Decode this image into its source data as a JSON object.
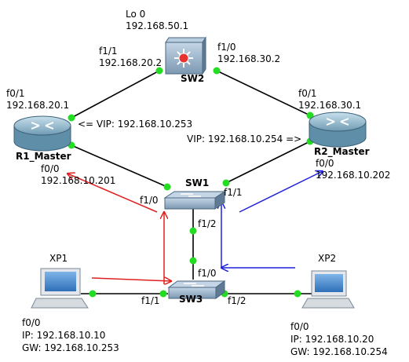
{
  "devices": {
    "sw2": {
      "name": "SW2",
      "loopback_if": "Lo 0",
      "loopback_ip": "192.168.50.1"
    },
    "r1": {
      "name": "R1_Master",
      "vip": "<= VIP: 192.168.10.253"
    },
    "r2": {
      "name": "R2_Master",
      "vip": "VIP: 192.168.10.254 =>"
    },
    "sw1": {
      "name": "SW1"
    },
    "sw3": {
      "name": "SW3"
    },
    "xp1": {
      "name": "XP1",
      "iface": "f0/0",
      "ip": "IP: 192.168.10.10",
      "gw": "GW: 192.168.10.253"
    },
    "xp2": {
      "name": "XP2",
      "iface": "f0/0",
      "ip": "IP: 192.168.10.20",
      "gw": "GW: 192.168.10.254"
    }
  },
  "interfaces": {
    "sw2_f1_1": {
      "name": "f1/1",
      "ip": "192.168.20.2"
    },
    "sw2_f1_0": {
      "name": "f1/0",
      "ip": "192.168.30.2"
    },
    "r1_f0_1": {
      "name": "f0/1",
      "ip": "192.168.20.1"
    },
    "r1_f0_0": {
      "name": "f0/0",
      "ip": "192.168.10.201"
    },
    "r2_f0_1": {
      "name": "f0/1",
      "ip": "192.168.30.1"
    },
    "r2_f0_0": {
      "name": "f0/0",
      "ip": "192.168.10.202"
    },
    "sw1_f1_0": {
      "name": "f1/0"
    },
    "sw1_f1_1": {
      "name": "f1/1"
    },
    "sw1_f1_2": {
      "name": "f1/2"
    },
    "sw3_f1_0": {
      "name": "f1/0"
    },
    "sw3_f1_1": {
      "name": "f1/1"
    },
    "sw3_f1_2": {
      "name": "f1/2"
    }
  },
  "colors": {
    "link": "#000000",
    "link_dot": "#22dd22",
    "path_xp1": "#e02020",
    "path_xp2": "#2020e0",
    "router_top": "#9cc8dc",
    "router_side": "#5e8ea8",
    "switch": "#90abc4"
  }
}
